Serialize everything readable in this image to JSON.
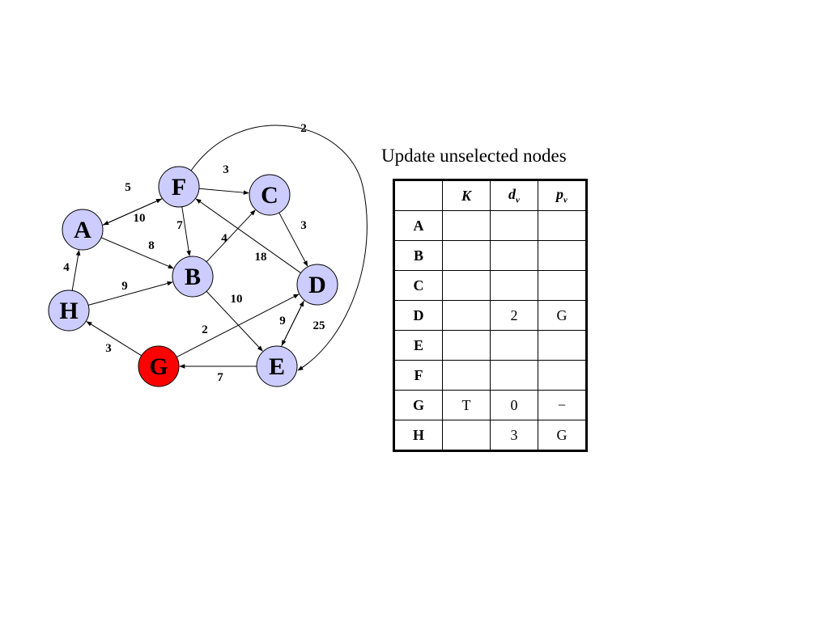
{
  "graph": {
    "nodes": [
      {
        "id": "F",
        "label": "F",
        "fill": "#ccccff"
      },
      {
        "id": "C",
        "label": "C",
        "fill": "#ccccff"
      },
      {
        "id": "A",
        "label": "A",
        "fill": "#ccccff"
      },
      {
        "id": "B",
        "label": "B",
        "fill": "#ccccff"
      },
      {
        "id": "D",
        "label": "D",
        "fill": "#ccccff"
      },
      {
        "id": "H",
        "label": "H",
        "fill": "#ccccff"
      },
      {
        "id": "G",
        "label": "G",
        "fill": "#ff0000"
      },
      {
        "id": "E",
        "label": "E",
        "fill": "#ccccff"
      }
    ],
    "edges": [
      {
        "from": "F",
        "to": "A",
        "weight": "5"
      },
      {
        "from": "A",
        "to": "F",
        "weight": "10"
      },
      {
        "from": "F",
        "to": "C",
        "weight": "3"
      },
      {
        "from": "F",
        "to": "B",
        "weight": "7"
      },
      {
        "from": "A",
        "to": "B",
        "weight": "8"
      },
      {
        "from": "H",
        "to": "A",
        "weight": "4"
      },
      {
        "from": "H",
        "to": "B",
        "weight": "9"
      },
      {
        "from": "B",
        "to": "C",
        "weight": "4"
      },
      {
        "from": "C",
        "to": "D",
        "weight": "3"
      },
      {
        "from": "D",
        "to": "F",
        "weight": "18"
      },
      {
        "from": "B",
        "to": "E",
        "weight": "10"
      },
      {
        "from": "G",
        "to": "D",
        "weight": "2"
      },
      {
        "from": "E",
        "to": "D",
        "weight": "9"
      },
      {
        "from": "D",
        "to": "E",
        "weight": "25"
      },
      {
        "from": "G",
        "to": "H",
        "weight": "3"
      },
      {
        "from": "E",
        "to": "G",
        "weight": "7"
      },
      {
        "from": "F",
        "to": "E",
        "weight": "2"
      }
    ]
  },
  "table": {
    "title": "Update unselected nodes",
    "headers": {
      "k": "K",
      "d": "d",
      "d_sub": "v",
      "p": "p",
      "p_sub": "v"
    },
    "rows": [
      {
        "node": "A",
        "k": "",
        "d": "",
        "p": ""
      },
      {
        "node": "B",
        "k": "",
        "d": "",
        "p": ""
      },
      {
        "node": "C",
        "k": "",
        "d": "",
        "p": ""
      },
      {
        "node": "D",
        "k": "",
        "d": "2",
        "p": "G"
      },
      {
        "node": "E",
        "k": "",
        "d": "",
        "p": ""
      },
      {
        "node": "F",
        "k": "",
        "d": "",
        "p": ""
      },
      {
        "node": "G",
        "k": "T",
        "d": "0",
        "p": "−"
      },
      {
        "node": "H",
        "k": "",
        "d": "3",
        "p": "G"
      }
    ]
  }
}
